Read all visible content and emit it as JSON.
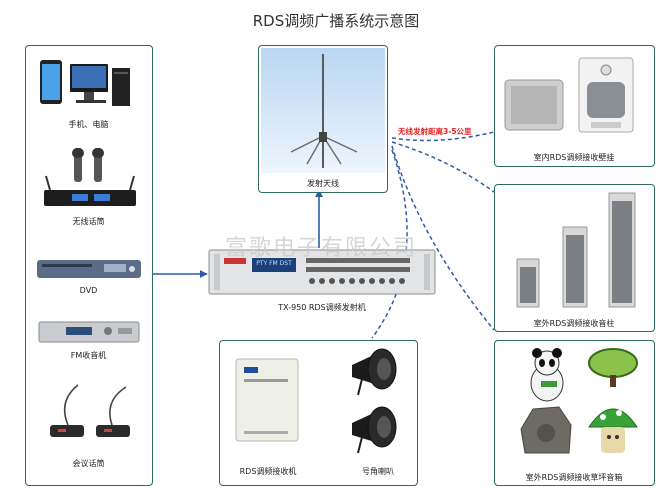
{
  "title": "RDS调频广播系统示意图",
  "watermark": "富歌电子有限公司",
  "sources": {
    "items": [
      {
        "label": "手机、电脑"
      },
      {
        "label": "无线话筒"
      },
      {
        "label": "DVD"
      },
      {
        "label": "FM收音机"
      },
      {
        "label": "会议话筒"
      }
    ]
  },
  "antenna": {
    "label": "发射天线"
  },
  "transmitter": {
    "label": "TX-950 RDS调频发射机",
    "display_text": "PTY  FM  DST"
  },
  "range_note": "无线发射距离3-5公里",
  "receiver_box": {
    "receiver_label": "RDS调频接收机",
    "horn_label": "号角喇叭"
  },
  "indoor": {
    "label": "室内RDS调频接收壁挂"
  },
  "column": {
    "label": "室外RDS调频接收音柱"
  },
  "lawn": {
    "label": "室外RDS调频接收草坪音箱"
  },
  "colors": {
    "border": "#2e6b5a",
    "arrow": "#2f5aa8",
    "dashed": "#2f5aa8",
    "accent_red": "#e3262a"
  }
}
